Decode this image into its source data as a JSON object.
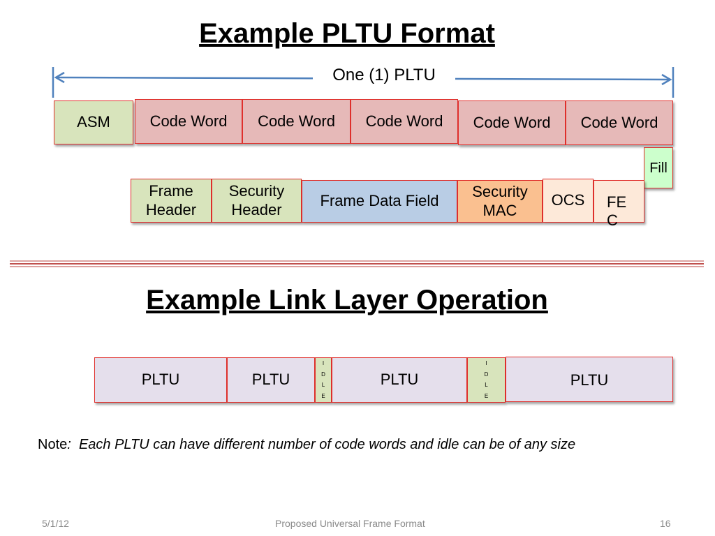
{
  "titles": {
    "format": "Example PLTU Format",
    "operation": "Example Link Layer Operation"
  },
  "pltu_span_label": "One (1) PLTU",
  "top_row": {
    "asm": "ASM",
    "code_words": [
      "Code Word",
      "Code Word",
      "Code Word",
      "Code Word",
      "Code Word"
    ],
    "fill": "Fill"
  },
  "frame_row": {
    "frame_header": "Frame Header",
    "security_header": "Security Header",
    "frame_data_field": "Frame Data Field",
    "security_mac": "Security MAC",
    "ocs": "OCS",
    "fec": "FE C"
  },
  "operation_row": {
    "pltu_labels": [
      "PLTU",
      "PLTU",
      "PLTU",
      "PLTU"
    ],
    "idle_letters": [
      "I",
      "D",
      "L",
      "E"
    ]
  },
  "note": {
    "prefix": "Note",
    "colon": ":",
    "text": "Each PLTU can have different number of code words and idle can be of any size"
  },
  "footer": {
    "date": "5/1/12",
    "center": "Proposed Universal Frame Format",
    "page": "16"
  },
  "colors": {
    "border": "#e0302c",
    "asm": "#d8e4bc",
    "code_word": "#e6b9b8",
    "frame_data": "#b9cde5",
    "security_mac": "#fac090",
    "ocs_fec": "#fde9d9",
    "fill": "#ccffcc",
    "pltu": "#e5dfec",
    "arrow": "#4f81bd",
    "divider": "#c0504d"
  }
}
